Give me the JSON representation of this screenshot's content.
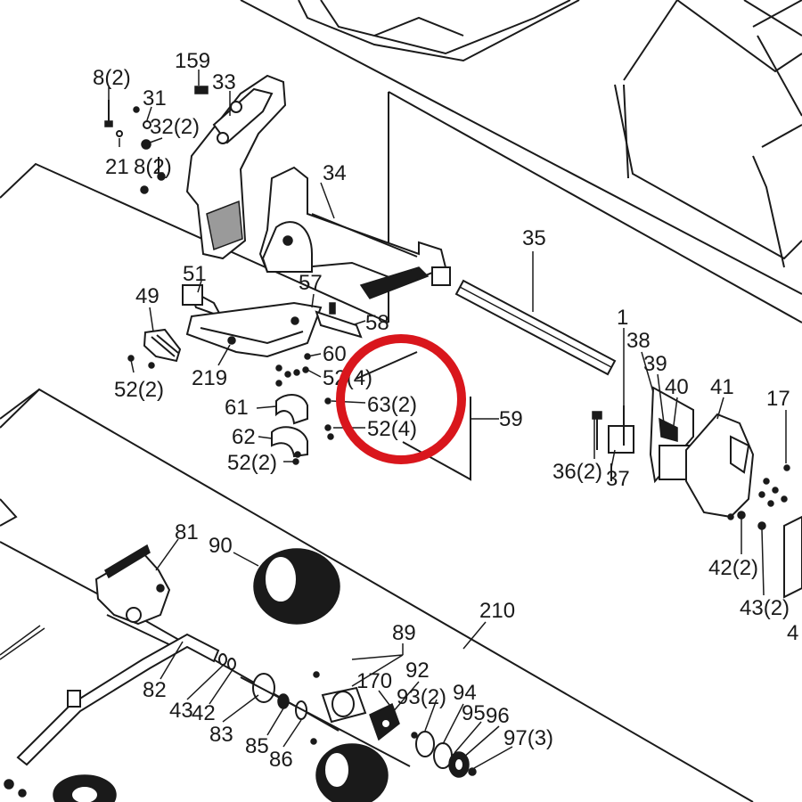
{
  "callouts": [
    {
      "id": "c159",
      "text": "159"
    },
    {
      "id": "c8-2",
      "text": "8(2)"
    },
    {
      "id": "c33",
      "text": "33"
    },
    {
      "id": "c31",
      "text": "31"
    },
    {
      "id": "c32-2",
      "text": "32(2)"
    },
    {
      "id": "c21",
      "text": "21"
    },
    {
      "id": "c8-2b",
      "text": "8(2)"
    },
    {
      "id": "c34",
      "text": "34"
    },
    {
      "id": "c35",
      "text": "35"
    },
    {
      "id": "c51",
      "text": "51"
    },
    {
      "id": "c57",
      "text": "57"
    },
    {
      "id": "c49",
      "text": "49"
    },
    {
      "id": "c58",
      "text": "58"
    },
    {
      "id": "c60",
      "text": "60"
    },
    {
      "id": "c52-4a",
      "text": "52(4)"
    },
    {
      "id": "c52-2a",
      "text": "52(2)"
    },
    {
      "id": "c219",
      "text": "219"
    },
    {
      "id": "c63-2",
      "text": "63(2)"
    },
    {
      "id": "c52-4b",
      "text": "52(4)"
    },
    {
      "id": "c59",
      "text": "59"
    },
    {
      "id": "c61",
      "text": "61"
    },
    {
      "id": "c62",
      "text": "62"
    },
    {
      "id": "c52-2b",
      "text": "52(2)"
    },
    {
      "id": "c1",
      "text": "1"
    },
    {
      "id": "c38",
      "text": "38"
    },
    {
      "id": "c39",
      "text": "39"
    },
    {
      "id": "c40",
      "text": "40"
    },
    {
      "id": "c41",
      "text": "41"
    },
    {
      "id": "c17",
      "text": "17"
    },
    {
      "id": "c36-2",
      "text": "36(2)"
    },
    {
      "id": "c37",
      "text": "37"
    },
    {
      "id": "c42-2",
      "text": "42(2)"
    },
    {
      "id": "c43-2",
      "text": "43(2)"
    },
    {
      "id": "c4",
      "text": "4"
    },
    {
      "id": "c81",
      "text": "81"
    },
    {
      "id": "c90",
      "text": "90"
    },
    {
      "id": "c210",
      "text": "210"
    },
    {
      "id": "c89",
      "text": "89"
    },
    {
      "id": "c170",
      "text": "170"
    },
    {
      "id": "c92",
      "text": "92"
    },
    {
      "id": "c93-2",
      "text": "93(2)"
    },
    {
      "id": "c94",
      "text": "94"
    },
    {
      "id": "c95",
      "text": "95"
    },
    {
      "id": "c96",
      "text": "96"
    },
    {
      "id": "c97-3",
      "text": "97(3)"
    },
    {
      "id": "c82",
      "text": "82"
    },
    {
      "id": "c43",
      "text": "43"
    },
    {
      "id": "c42",
      "text": "42"
    },
    {
      "id": "c83",
      "text": "83"
    },
    {
      "id": "c85",
      "text": "85"
    },
    {
      "id": "c86",
      "text": "86"
    }
  ],
  "highlight": {
    "color": "#d9161c",
    "target": "63(2) / 52(4)"
  }
}
